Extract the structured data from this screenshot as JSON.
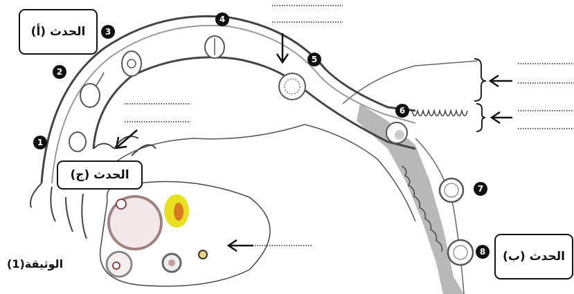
{
  "title": "الوثيقة(1)",
  "events": {
    "a": "الحدث (أ)",
    "b": "الحدث (ب)",
    "c": "الحدث (ج)"
  },
  "stage_numbers": [
    "1",
    "2",
    "3",
    "4",
    "5",
    "6",
    "7",
    "8"
  ],
  "colors": {
    "line": "#333333",
    "endometrium": "#9a9a9a",
    "yellow_body": "#e8e020",
    "yellow_core": "#d87820"
  }
}
